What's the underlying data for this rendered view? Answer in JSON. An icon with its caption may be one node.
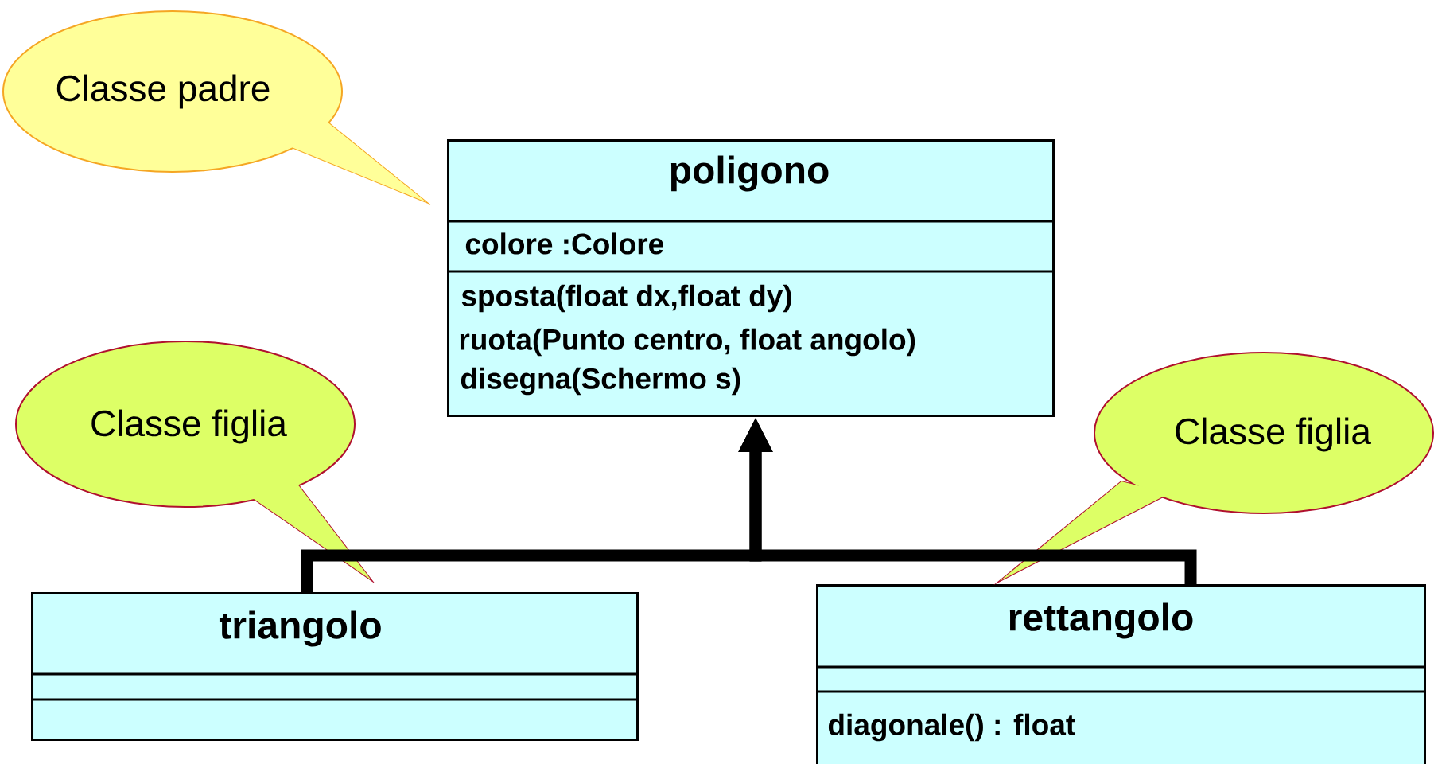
{
  "diagram": {
    "nodes": [
      {
        "text": [
          "poligono",
          "colore :Colore",
          "sposta(float dx,float dy)",
          "ruota(Punto centro, float angolo)",
          "disegna(Schermo s)"
        ]
      },
      {
        "text": [
          "triangolo"
        ]
      },
      {
        "text": [
          "rettangolo",
          "diagonale() : float"
        ]
      },
      {
        "text": [
          "Classe padre"
        ]
      },
      {
        "text": [
          "Classe figlia"
        ]
      },
      {
        "text": [
          "Classe figlia"
        ]
      }
    ],
    "edges": [
      {
        "from": 1,
        "to": 0,
        "arrow": "to"
      },
      {
        "from": 2,
        "to": 0,
        "arrow": "to"
      }
    ]
  }
}
